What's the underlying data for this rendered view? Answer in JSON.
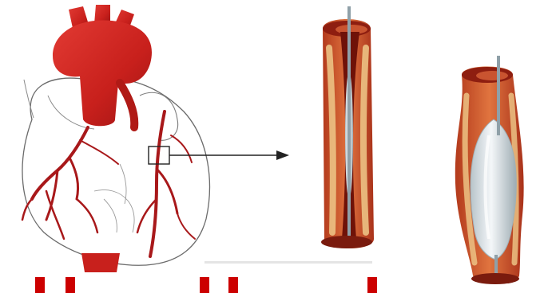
{
  "figure": {
    "panels": [
      {
        "name": "heart",
        "icon": "heart-with-coronary-arteries-icon"
      },
      {
        "name": "artery-with-catheter",
        "icon": "artery-cross-section-icon"
      },
      {
        "name": "artery-with-inflated-balloon",
        "icon": "balloon-angioplasty-icon"
      }
    ],
    "arrow": "right-arrow-icon",
    "colors": {
      "artery_red": "#c8201c",
      "artery_dark": "#8e1010",
      "vessel_wall": "#d05a2e",
      "plaque": "#efc98a",
      "catheter": "#8fa0a8",
      "balloon": "#dfe6ea",
      "caption_red": "#cc0000"
    }
  }
}
